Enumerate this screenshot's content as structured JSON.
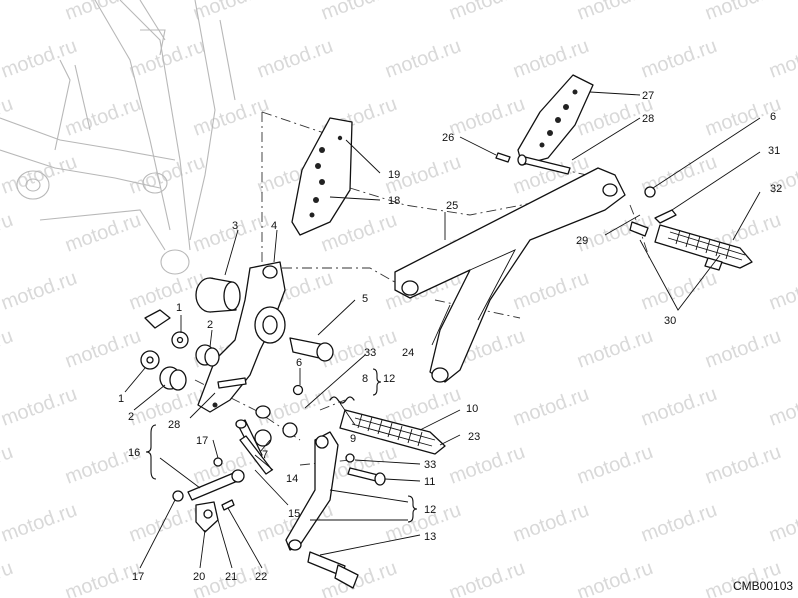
{
  "watermark": "motod.ru",
  "diagram_code": "CMB00103",
  "callouts": {
    "c1a": "1",
    "c1b": "1",
    "c2a": "2",
    "c2b": "2",
    "c3": "3",
    "c4": "4",
    "c5": "5",
    "c6a": "6",
    "c6b": "6",
    "c7": "7",
    "c8": "8",
    "c9": "9",
    "c10": "10",
    "c11": "11",
    "c12a": "12",
    "c12b": "12",
    "c13": "13",
    "c14": "14",
    "c15": "15",
    "c16": "16",
    "c17a": "17",
    "c17b": "17",
    "c18": "18",
    "c19": "19",
    "c20": "20",
    "c21": "21",
    "c22": "22",
    "c23": "23",
    "c24": "24",
    "c25": "25",
    "c26": "26",
    "c27": "27",
    "c28a": "28",
    "c28b": "28",
    "c29": "29",
    "c30": "30",
    "c31": "31",
    "c32": "32",
    "c33a": "33",
    "c33b": "33"
  }
}
